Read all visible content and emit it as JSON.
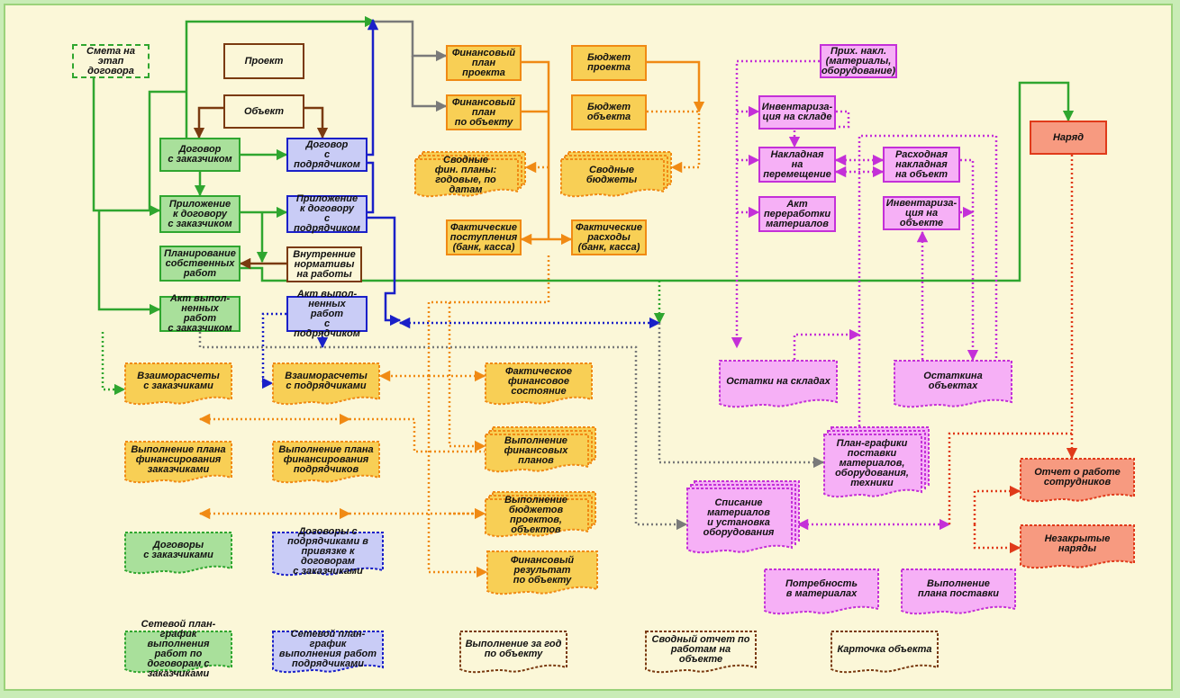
{
  "nodes": {
    "smeta": "Смета на этап\nдоговора",
    "proekt": "Проект",
    "obekt": "Объект",
    "dog_zak": "Договор\nс заказчиком",
    "dog_podr": "Договор\nс подрядчиком",
    "pril_zak": "Приложение\nк договору\nс заказчиком",
    "pril_podr": "Приложение\nк договору\nс подрядчиком",
    "plan_sobst": "Планирование\nсобственных\nработ",
    "vnutr": "Внутренние\nнормативы\nна работы",
    "akt_zak": "Акт выпол-\nненных работ\nс заказчиком",
    "akt_podr": "Акт выпол-\nненных работ\nс подрядчиком",
    "finplan_proekta": "Финансовый\nплан\nпроекта",
    "finplan_obekt": "Финансовый\nплан\nпо объекту",
    "budzhet_proekta": "Бюджет\nпроекта",
    "budzhet_obekta": "Бюджет\nобъекта",
    "fakt_post": "Фактические\nпоступления\n(банк, касса)",
    "fakt_rash": "Фактические\nрасходы\n(банк, касса)",
    "prih_nakl": "Прих. накл.\n(материалы,\nоборудование)",
    "inv_sklad": "Инвентариза-\nция на складе",
    "nakl_perem": "Накладная\nна\nперемещение",
    "rash_nakl": "Расходная\nнакладная\nна объект",
    "akt_pererab": "Акт\nпереработки\nматериалов",
    "inv_obekt": "Инвентариза-\nция на объекте",
    "naryad": "Наряд"
  },
  "reports": {
    "svod_fin": "Сводные\nфин. планы:\nгодовые, по датам",
    "svod_budzh": "Сводные\nбюджеты",
    "vz_zak": "Взаиморасчеты\nс заказчиками",
    "vz_podr": "Взаиморасчеты\nс подрядчиками",
    "fakt_fin": "Фактическое\nфинансовое\nсостояние",
    "vyp_plan_zak": "Выполнение плана\nфинансирования\nзаказчиками",
    "vyp_plan_podr": "Выполнение плана\nфинансирования\nподрядчиков",
    "vyp_fin_plan": "Выполнение\nфинансовых\nпланов",
    "vyp_budzh": "Выполнение\nбюджетов\nпроектов, объектов",
    "fin_rez": "Финансовый результат\nпо объекту",
    "dog_zak_r": "Договоры\nс заказчиками",
    "dog_podr_r": "Договоры с\nподрядчиками в\nпривязке к договорам\nс заказчиками",
    "set_zak": "Сетевой план-график\nвыполнения работ по\nдоговорам с\nзаказчиками",
    "set_podr": "Сетевой план-график\nвыполнения работ\nподрядчиками",
    "vyp_god": "Выполнение за год\nпо объекту",
    "svod_otchet": "Сводный отчет по\nработам на объекте",
    "kartochka": "Карточка объекта",
    "ost_sklad": "Остатки на складах",
    "ost_obekt": "Остаткина объектах",
    "plan_graf": "План-графики\nпоставки\nматериалов,\nоборудования,\nтехники",
    "spisanie": "Списание\nматериалов\nи установка\nоборудования",
    "otchet_rab": "Отчет о работе\nсотрудников",
    "nezakr": "Незакрытые наряды",
    "potreb": "Потребность\nв материалах",
    "vyp_postavki": "Выполнение\nплана поставки"
  },
  "colors": {
    "green": "#2fa62f",
    "blue": "#1a20c8",
    "brown": "#7a3a10",
    "orange": "#f08a14",
    "magenta": "#c430d8",
    "red": "#e03a1a",
    "gray": "#7a7a7a"
  }
}
